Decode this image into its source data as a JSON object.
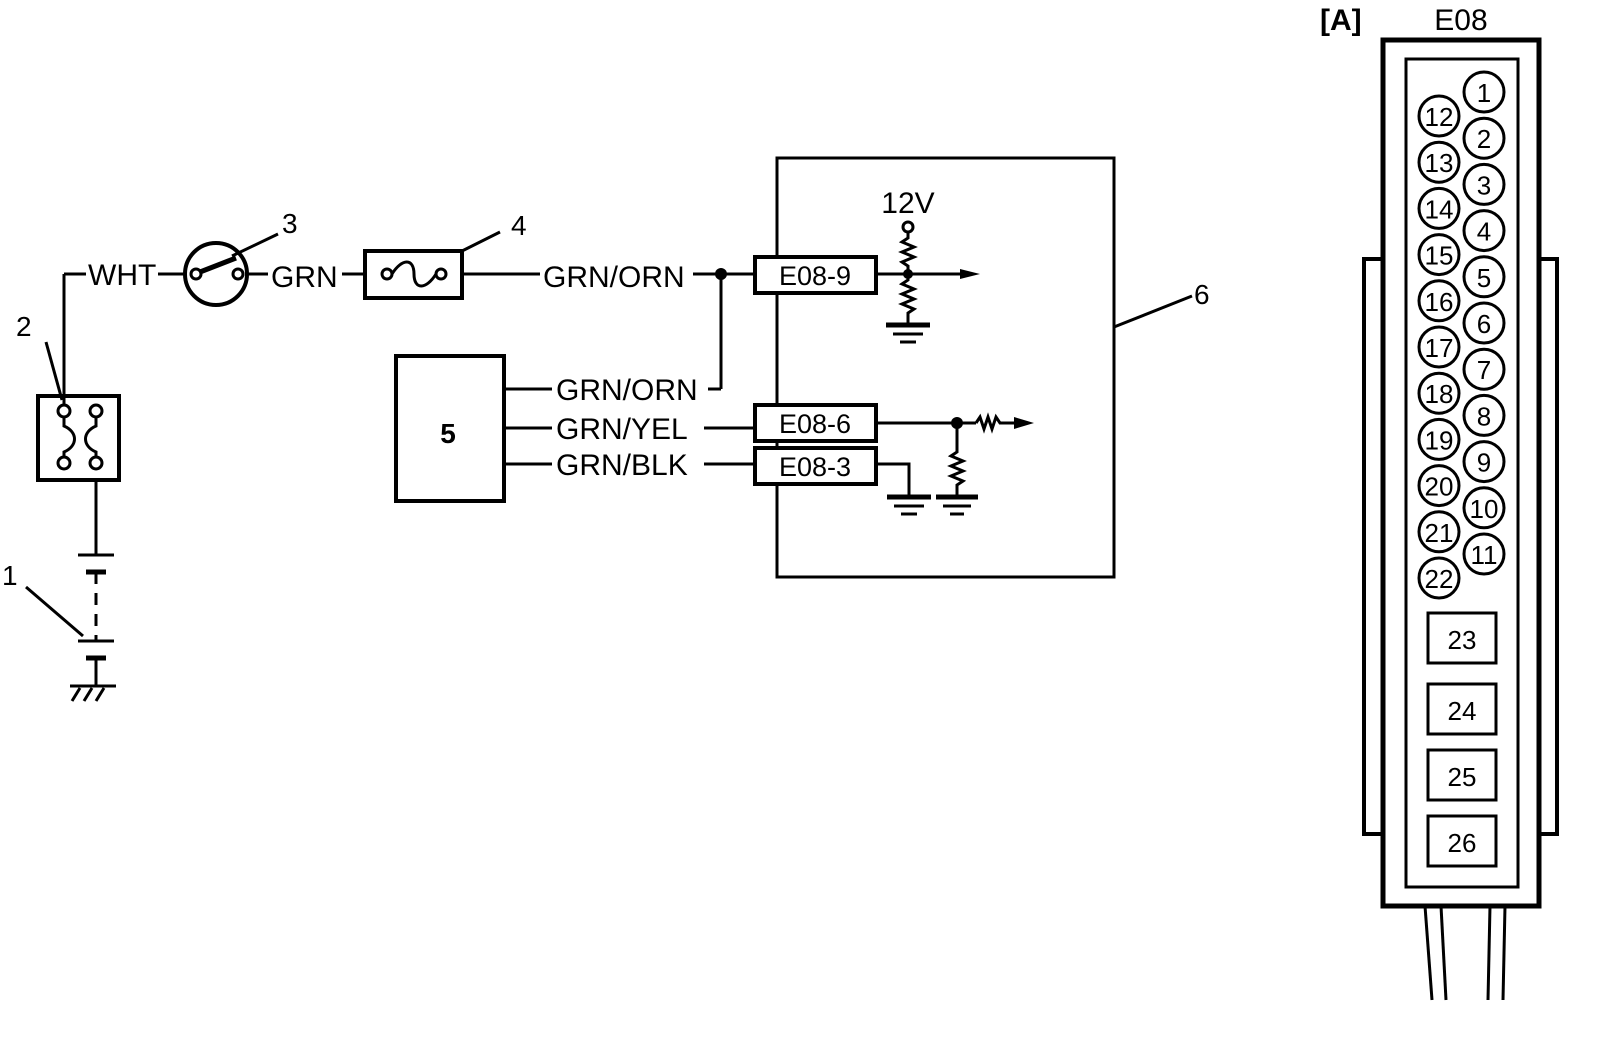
{
  "wires": {
    "wht": "WHT",
    "grn": "GRN",
    "grn_orn_top": "GRN/ORN",
    "grn_orn_low": "GRN/ORN",
    "grn_yel": "GRN/YEL",
    "grn_blk": "GRN/BLK"
  },
  "callouts": {
    "c1": "1",
    "c2": "2",
    "c3": "3",
    "c4": "4",
    "c5": "5",
    "c6": "6"
  },
  "module": {
    "supply_label": "12V",
    "pin_9": "E08-9",
    "pin_6": "E08-6",
    "pin_3": "E08-3"
  },
  "connector": {
    "view_label": "[A]",
    "name": "E08",
    "round_pins_right": [
      "1",
      "2",
      "3",
      "4",
      "5",
      "6",
      "7",
      "8",
      "9",
      "10",
      "11"
    ],
    "round_pins_left": [
      "12",
      "13",
      "14",
      "15",
      "16",
      "17",
      "18",
      "19",
      "20",
      "21",
      "22"
    ],
    "square_pins": [
      "23",
      "24",
      "25",
      "26"
    ]
  }
}
